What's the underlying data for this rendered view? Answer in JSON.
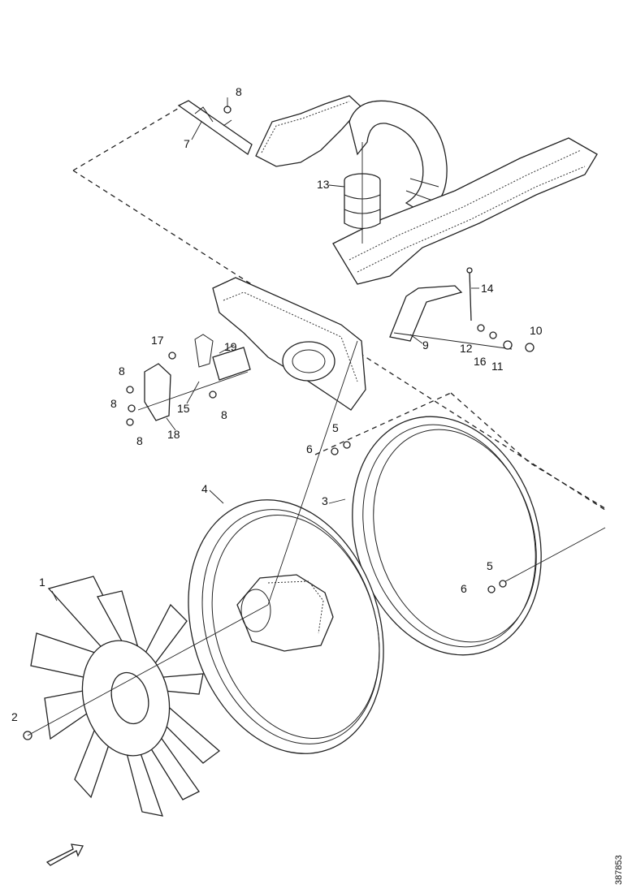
{
  "callouts": {
    "fan": "1",
    "fan_nut": "2",
    "shroud_outer": "3",
    "shroud_inner": "4",
    "washer_a": "5",
    "nut_a": "6",
    "washer_b": "5",
    "nut_b": "6",
    "bracket_left": "7",
    "bolt_top": "8",
    "bolt_left_1": "8",
    "bolt_left_2": "8",
    "bolt_left_3": "8",
    "bolt_mid": "8",
    "bracket_right": "9",
    "nut_right": "10",
    "washer_right": "11",
    "washer_r12": "12",
    "hose_clamp": "13",
    "rod": "14",
    "pin": "15",
    "spacer": "16",
    "bolt_17": "17",
    "plate": "18",
    "tube": "19",
    "washer_left": "6"
  },
  "document_id": "387853"
}
